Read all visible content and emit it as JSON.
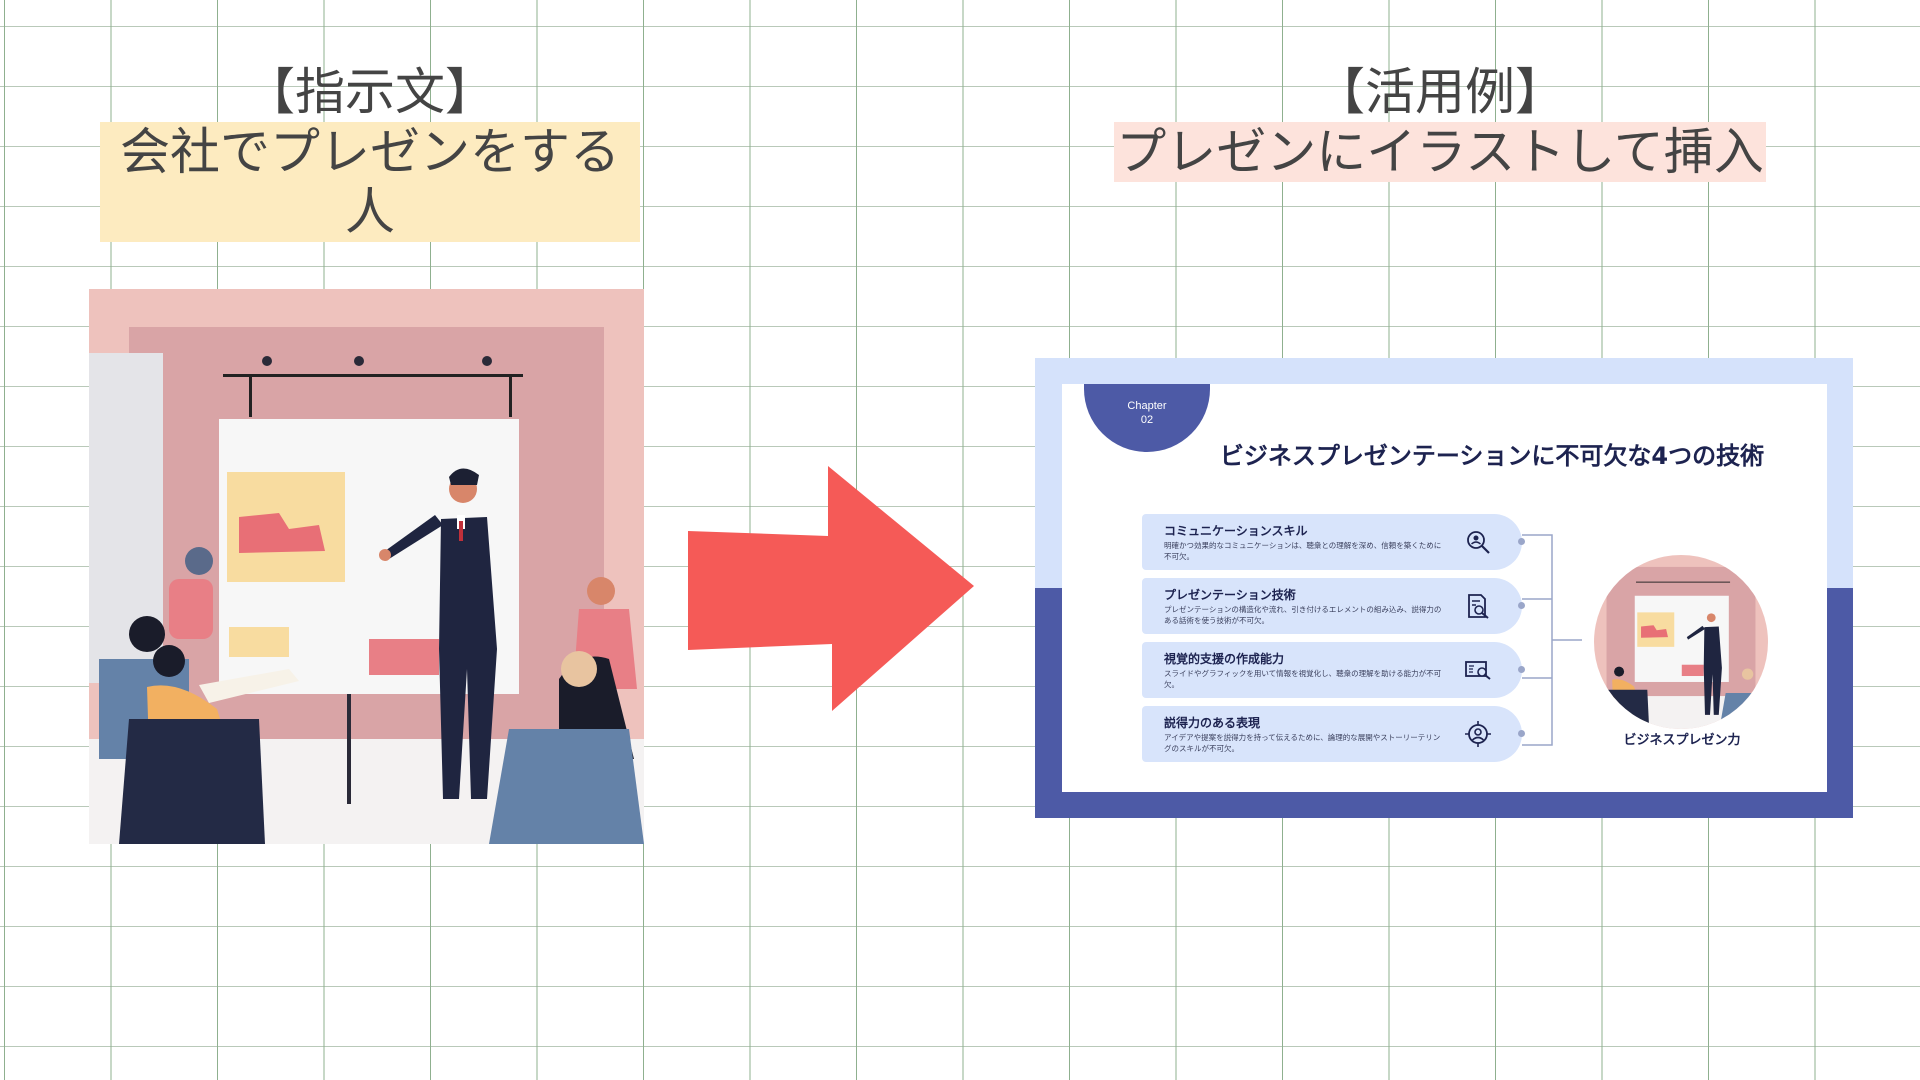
{
  "left": {
    "label": "【指示文】",
    "prompt": "会社でプレゼンをする人"
  },
  "right": {
    "label": "【活用例】",
    "caption": "プレゼンにイラストして挿入"
  },
  "slide": {
    "chapter_label": "Chapter",
    "chapter_number": "02",
    "title": "ビジネスプレゼンテーションに不可欠な4つの技術",
    "skills": [
      {
        "title": "コミュニケーションスキル",
        "desc": "明確かつ効果的なコミュニケーションは、聴衆との理解を深め、信頼を築くために不可欠。",
        "icon": "search-people-icon"
      },
      {
        "title": "プレゼンテーション技術",
        "desc": "プレゼンテーションの構造化や流れ、引き付けるエレメントの組み込み、説得力のある話術を使う技術が不可欠。",
        "icon": "document-search-icon"
      },
      {
        "title": "視覚的支援の作成能力",
        "desc": "スライドやグラフィックを用いて情報を視覚化し、聴衆の理解を助ける能力が不可欠。",
        "icon": "screen-search-icon"
      },
      {
        "title": "説得力のある表現",
        "desc": "アイデアや提案を説得力を持って伝えるために、論理的な展開やストーリーテリングのスキルが不可欠。",
        "icon": "target-icon"
      }
    ],
    "circle_caption": "ビジネスプレゼン力"
  },
  "colors": {
    "slide_navy": "#4d5aa6",
    "slide_light": "#d5e2fb",
    "arrow_red": "#f55a57",
    "highlight_yellow": "#fdebc0",
    "highlight_pink": "#fde3dc"
  }
}
